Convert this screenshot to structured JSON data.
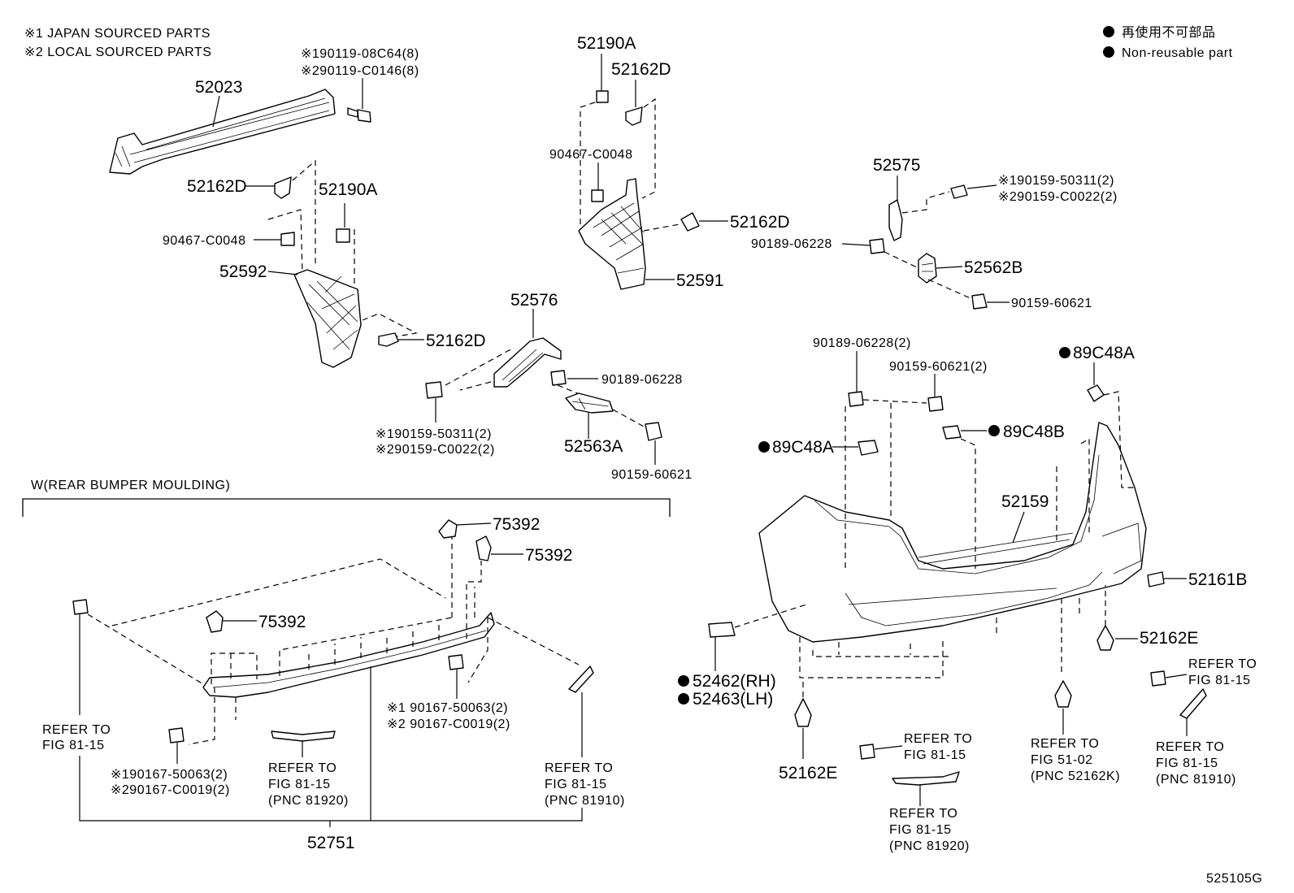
{
  "notes": {
    "japan": "※1 JAPAN SOURCED PARTS",
    "local": "※2 LOCAL SOURCED PARTS"
  },
  "legend": {
    "jp": "再使用不可部品",
    "en": "Non-reusable part"
  },
  "figure_code": "525105G",
  "section": {
    "title": "W(REAR BUMPER MOULDING)"
  },
  "callouts": {
    "p52023": "52023",
    "bolt_top_1": "※190119-08C64(8)",
    "bolt_top_2": "※290119-C0146(8)",
    "clip_52162D_a": "52162D",
    "retainer_52190A_a": "52190A",
    "screw_90467_a": "90467-C0048",
    "bracket_52592": "52592",
    "clip_52162D_b": "52162D",
    "spacer_52576": "52576",
    "screw_90189_a": "90189-06228",
    "bolt_mid_1": "※190159-50311(2)",
    "bolt_mid_2": "※290159-C0022(2)",
    "bracket_52563A": "52563A",
    "bolt_90159_a": "90159-60621",
    "retainer_52190A_b": "52190A",
    "clip_52162D_c": "52162D",
    "screw_90467_b": "90467-C0048",
    "clip_52162D_d": "52162D",
    "bracket_52591": "52591",
    "spacer_52575": "52575",
    "bolt_right_1": "※190159-50311(2)",
    "bolt_right_2": "※290159-C0022(2)",
    "screw_90189_b": "90189-06228",
    "bracket_52562B": "52562B",
    "bolt_90159_b": "90159-60621",
    "screw_90189_c": "90189-06228(2)",
    "bolt_90159_c": "90159-60621(2)",
    "seal_89C48A_right": "89C48A",
    "seal_89C48A_left": "89C48A",
    "seal_89C48B": "89C48B",
    "cover_52159": "52159",
    "cover_52161B": "52161B",
    "clip_52162E_right": "52162E",
    "pad_52462": "52462(RH)",
    "pad_52463": "52463(LH)",
    "clip_52162E_bottom": "52162E",
    "clip_75392_a": "75392",
    "clip_75392_b": "75392",
    "clip_75392_c": "75392",
    "moulding_52751": "52751",
    "screw_mould_1": "※1 90167-50063(2)",
    "screw_mould_2": "※2 90167-C0019(2)",
    "screw_mould_left_1": "※190167-50063(2)",
    "screw_mould_left_2": "※290167-C0019(2)"
  },
  "refs": {
    "ref_left": [
      "REFER TO",
      "FIG 81-15"
    ],
    "ref_mould_mid": [
      "REFER TO",
      "FIG 81-15",
      "(PNC 81920)"
    ],
    "ref_mould_right": [
      "REFER TO",
      "FIG 81-15",
      "(PNC 81910)"
    ],
    "ref_bottom_upper": [
      "REFER TO",
      "FIG 81-15"
    ],
    "ref_bottom_lower": [
      "REFER TO",
      "FIG 81-15",
      "(PNC 81920)"
    ],
    "ref_51_02": [
      "REFER TO",
      "FIG 51-02",
      "(PNC 52162K)"
    ],
    "ref_right_upper": [
      "REFER TO",
      "FIG 81-15"
    ],
    "ref_right_lower": [
      "REFER TO",
      "FIG 81-15",
      "(PNC 81910)"
    ]
  }
}
